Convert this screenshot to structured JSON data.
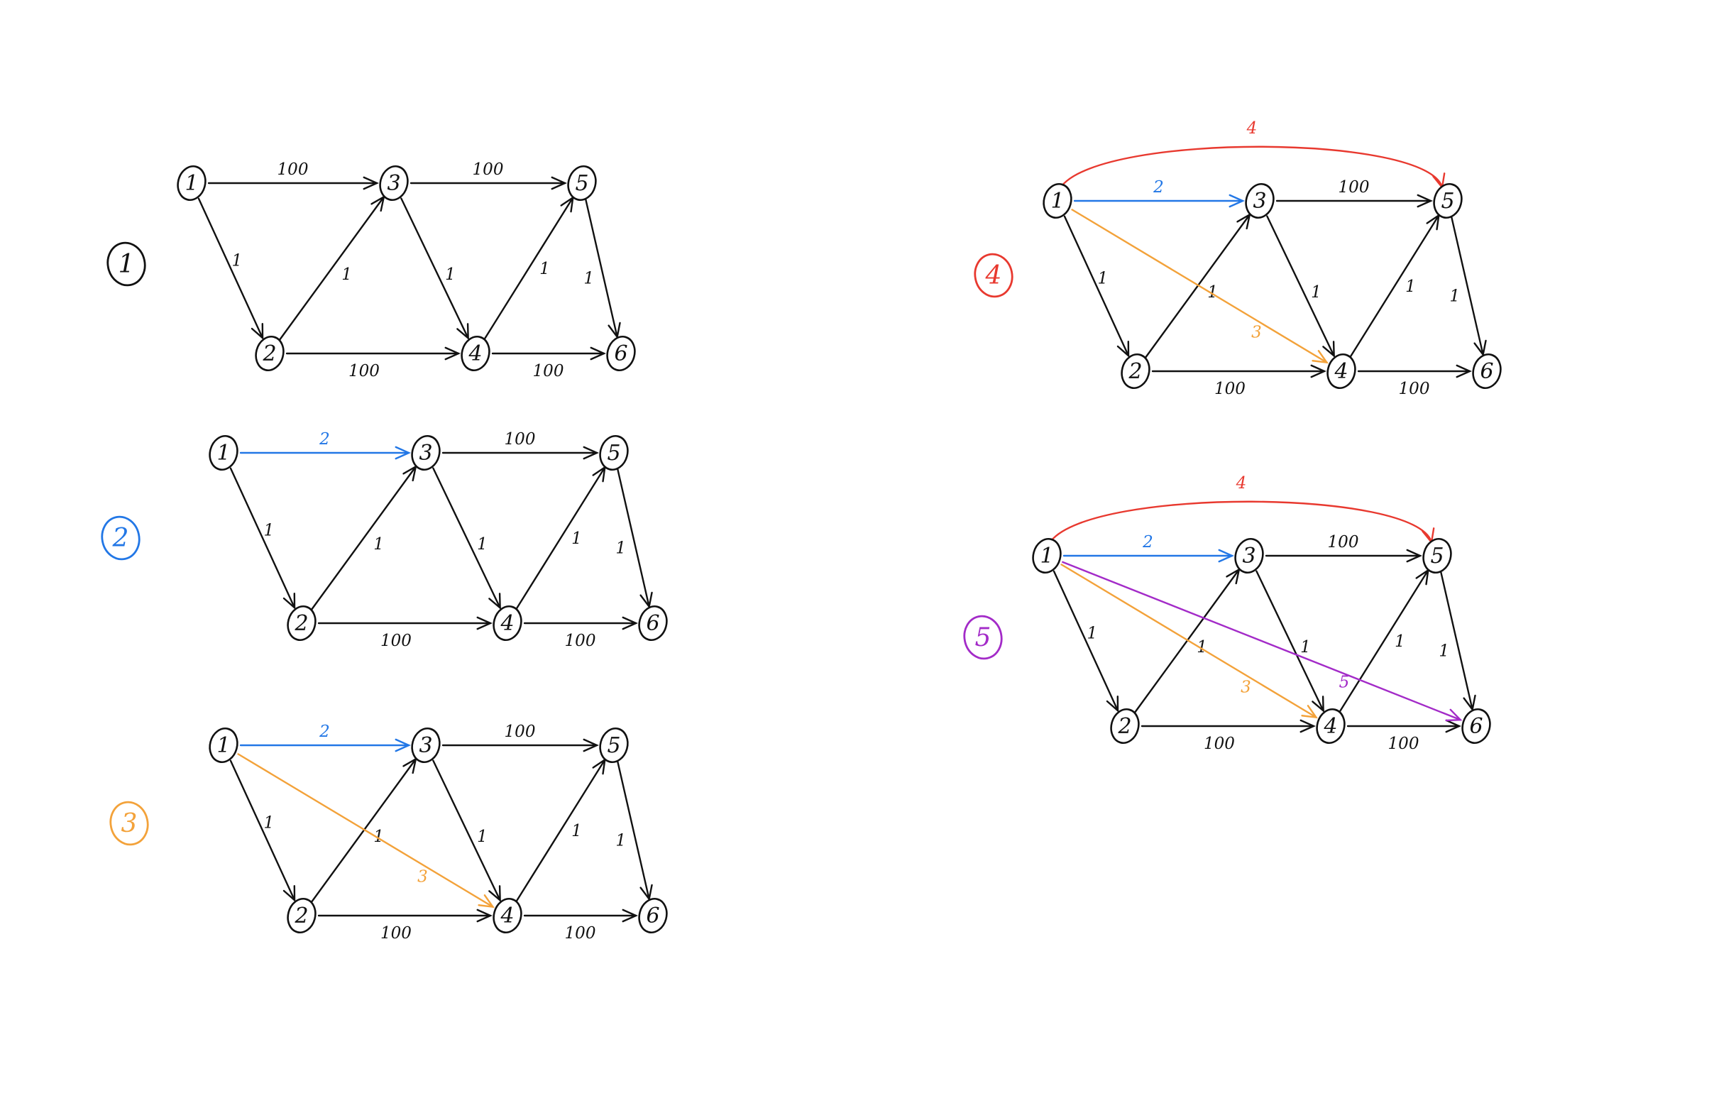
{
  "colors": {
    "ink": "#111111",
    "blue": "#2277e6",
    "orange": "#f3a23a",
    "red": "#e8392f",
    "purple": "#a32bc8"
  },
  "nodes": [
    "1",
    "2",
    "3",
    "4",
    "5",
    "6"
  ],
  "base_edges": [
    {
      "from": "1",
      "to": "3",
      "weight": "100"
    },
    {
      "from": "3",
      "to": "5",
      "weight": "100"
    },
    {
      "from": "1",
      "to": "2",
      "weight": "1"
    },
    {
      "from": "2",
      "to": "3",
      "weight": "1"
    },
    {
      "from": "3",
      "to": "4",
      "weight": "1"
    },
    {
      "from": "4",
      "to": "5",
      "weight": "1"
    },
    {
      "from": "5",
      "to": "6",
      "weight": "1"
    },
    {
      "from": "2",
      "to": "4",
      "weight": "100"
    },
    {
      "from": "4",
      "to": "6",
      "weight": "100"
    }
  ],
  "panels": [
    {
      "label": "1",
      "label_color": "ink",
      "added_edges": []
    },
    {
      "label": "2",
      "label_color": "blue",
      "added_edges": [
        {
          "from": "1",
          "to": "3",
          "weight": "2",
          "color": "blue",
          "replaces": "1-3"
        }
      ]
    },
    {
      "label": "3",
      "label_color": "orange",
      "added_edges": [
        {
          "from": "1",
          "to": "3",
          "weight": "2",
          "color": "blue",
          "replaces": "1-3"
        },
        {
          "from": "1",
          "to": "4",
          "weight": "3",
          "color": "orange"
        }
      ]
    },
    {
      "label": "4",
      "label_color": "red",
      "added_edges": [
        {
          "from": "1",
          "to": "3",
          "weight": "2",
          "color": "blue",
          "replaces": "1-3"
        },
        {
          "from": "1",
          "to": "4",
          "weight": "3",
          "color": "orange"
        },
        {
          "from": "1",
          "to": "5",
          "weight": "4",
          "color": "red"
        }
      ]
    },
    {
      "label": "5",
      "label_color": "purple",
      "added_edges": [
        {
          "from": "1",
          "to": "3",
          "weight": "2",
          "color": "blue",
          "replaces": "1-3"
        },
        {
          "from": "1",
          "to": "4",
          "weight": "3",
          "color": "orange"
        },
        {
          "from": "1",
          "to": "5",
          "weight": "4",
          "color": "red"
        },
        {
          "from": "1",
          "to": "6",
          "weight": "5",
          "color": "purple"
        }
      ]
    }
  ]
}
